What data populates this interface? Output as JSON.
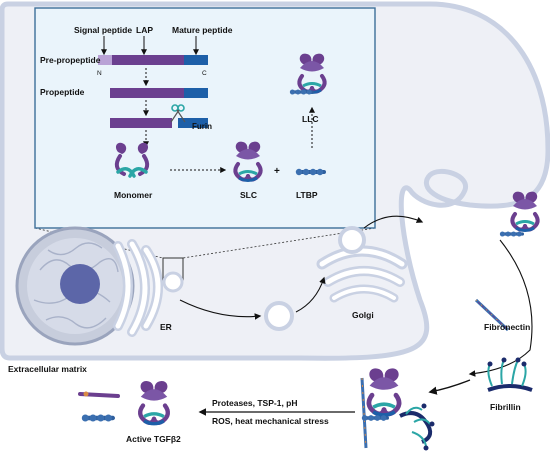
{
  "inset": {
    "signal_peptide": "Signal peptide",
    "lap": "LAP",
    "mature_peptide": "Mature peptide",
    "pre_propeptide": "Pre-propeptide",
    "propeptide": "Propeptide",
    "n_terminus": "N",
    "c_terminus": "C",
    "furin": "Furin",
    "llc": "LLC",
    "monomer": "Monomer",
    "slc": "SLC",
    "plus": "+",
    "ltbp": "LTBP"
  },
  "cell": {
    "er": "ER",
    "golgi": "Golgi",
    "fibronectin": "Fibronectin",
    "fibrillin": "Fibrillin"
  },
  "extracellular": {
    "title": "Extracellular matrix",
    "activation_line1": "Proteases, TSP-1, pH",
    "activation_line2": "ROS, heat mechanical stress",
    "active_tgf": "Active TGFβ2"
  },
  "colors": {
    "lap_purple": "#6b3f8f",
    "mature_blue": "#1d5fa8",
    "signal_lilac": "#b9a2d6",
    "teal": "#2ba6a6",
    "ltbp_blue": "#3b6fb0",
    "membrane": "#c9d1e3",
    "inset_bg": "#eaf4fb",
    "inset_border": "#3d6f99"
  }
}
